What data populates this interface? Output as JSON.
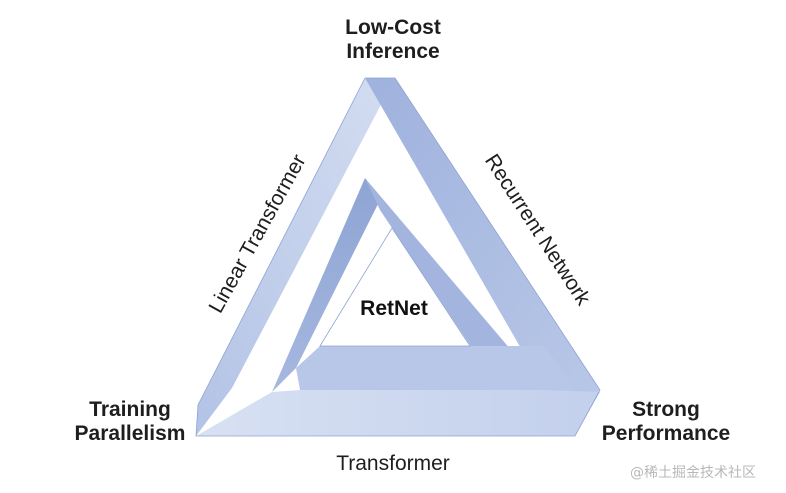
{
  "diagram": {
    "vertices": {
      "top": [
        "Low-Cost",
        "Inference"
      ],
      "bottom_left": [
        "Training",
        "Parallelism"
      ],
      "bottom_right": [
        "Strong",
        "Performance"
      ]
    },
    "edges": {
      "left": "Linear Transformer",
      "right": "Recurrent Network",
      "bottom": "Transformer"
    },
    "center": "RetNet"
  },
  "watermark": "@稀土掘金技术社区",
  "colors": {
    "face_light": "#c7d3ec",
    "face_mid": "#aebfe3",
    "face_dark": "#94a8d6",
    "text": "#1e1e1e"
  }
}
